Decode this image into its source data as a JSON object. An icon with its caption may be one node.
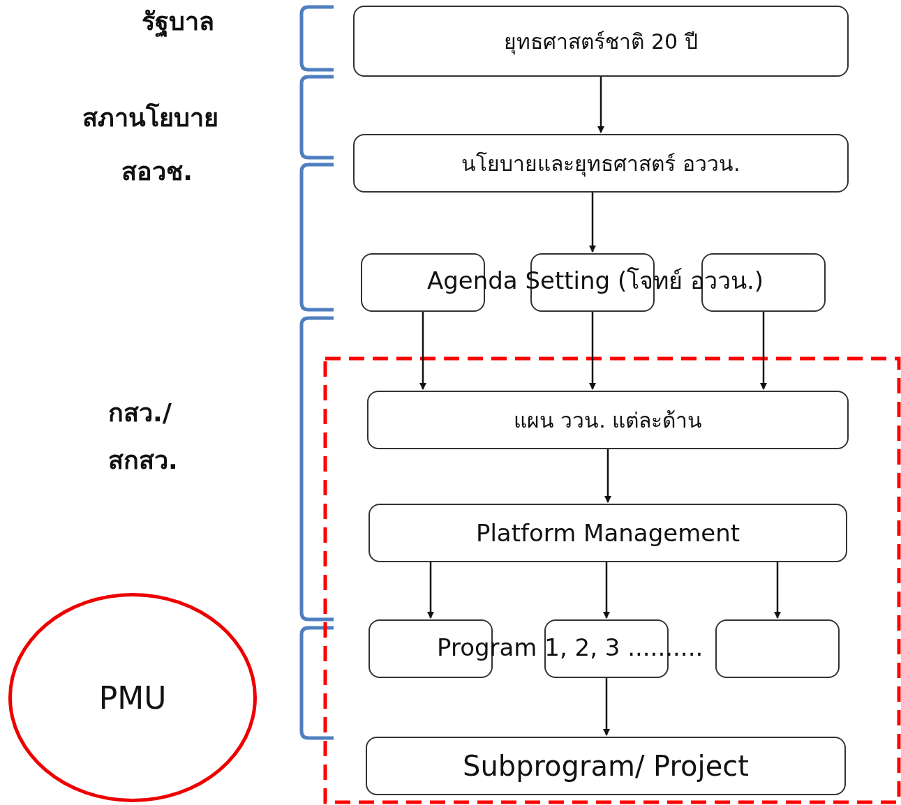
{
  "diagram": {
    "nodes": [
      {
        "text": [
          "ยุทธศาสตร์ชาติ 20 ปี"
        ]
      },
      {
        "text": [
          "นโยบายและยุทธศาสตร์ อววน."
        ]
      },
      {
        "text": [],
        "shape": "box"
      },
      {
        "text": [],
        "shape": "box"
      },
      {
        "text": [],
        "shape": "box"
      },
      {
        "text": [
          "แผน ววน. แต่ละด้าน"
        ]
      },
      {
        "text": [
          "Platform Management"
        ]
      },
      {
        "text": [],
        "shape": "box"
      },
      {
        "text": [],
        "shape": "box"
      },
      {
        "text": [],
        "shape": "box"
      },
      {
        "text": [
          "Subprogram/ Project"
        ]
      },
      {
        "text": [
          "PMU"
        ]
      }
    ],
    "edges": [
      {
        "from": 0,
        "to": 1,
        "arrow": "to"
      },
      {
        "from": 1,
        "to": 3,
        "arrow": "to"
      },
      {
        "from": 2,
        "to": 5,
        "arrow": "to"
      },
      {
        "from": 3,
        "to": 5,
        "arrow": "to"
      },
      {
        "from": 4,
        "to": 5,
        "arrow": "to"
      },
      {
        "from": 5,
        "to": 6,
        "arrow": "to"
      },
      {
        "from": 6,
        "to": 7,
        "arrow": "to"
      },
      {
        "from": 6,
        "to": 8,
        "arrow": "to"
      },
      {
        "from": 6,
        "to": 9,
        "arrow": "to"
      },
      {
        "from": 8,
        "to": 10,
        "arrow": "to"
      }
    ],
    "labels": [
      "รัฐบาล",
      "สภานโยบาย",
      "สอวช.",
      "Agenda Setting (โจทย์ อววน.)",
      "กสว./ สกสว.",
      "Program 1, 2, 3 .........."
    ]
  }
}
